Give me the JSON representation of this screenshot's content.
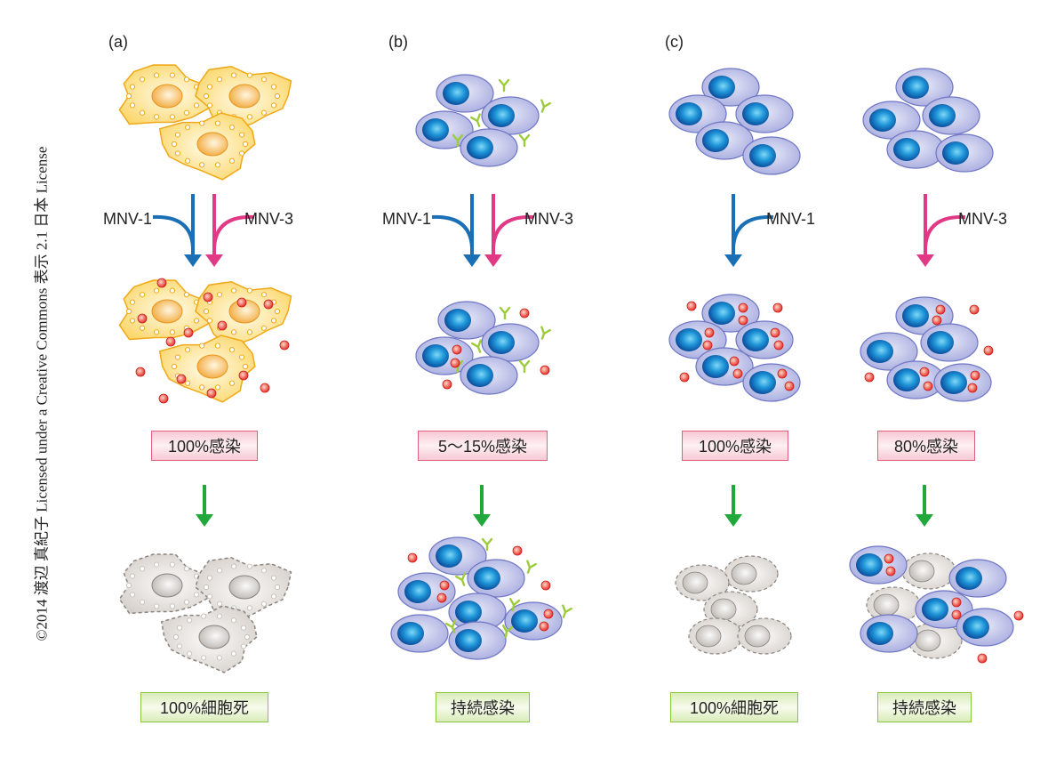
{
  "credit": "©2014 渡辺 真紀子 Licensed under a Creative Commons 表示 2.1 日本 License",
  "panels": {
    "a": "(a)",
    "b": "(b)",
    "c": "(c)"
  },
  "virus_labels": {
    "mnv1": "MNV-1",
    "mnv3": "MNV-3"
  },
  "infection": {
    "a": "100%感染",
    "b": "5〜15%感染",
    "c1": "100%感染",
    "c2": "80%感染"
  },
  "outcome": {
    "a": "100%細胞死",
    "b": "持続感染",
    "c1": "100%細胞死",
    "c2": "持続感染"
  },
  "colors": {
    "mnv1": "#1a6fb5",
    "mnv3": "#e03a86",
    "green_arrow": "#21a83b",
    "virus": "#e8302a"
  }
}
